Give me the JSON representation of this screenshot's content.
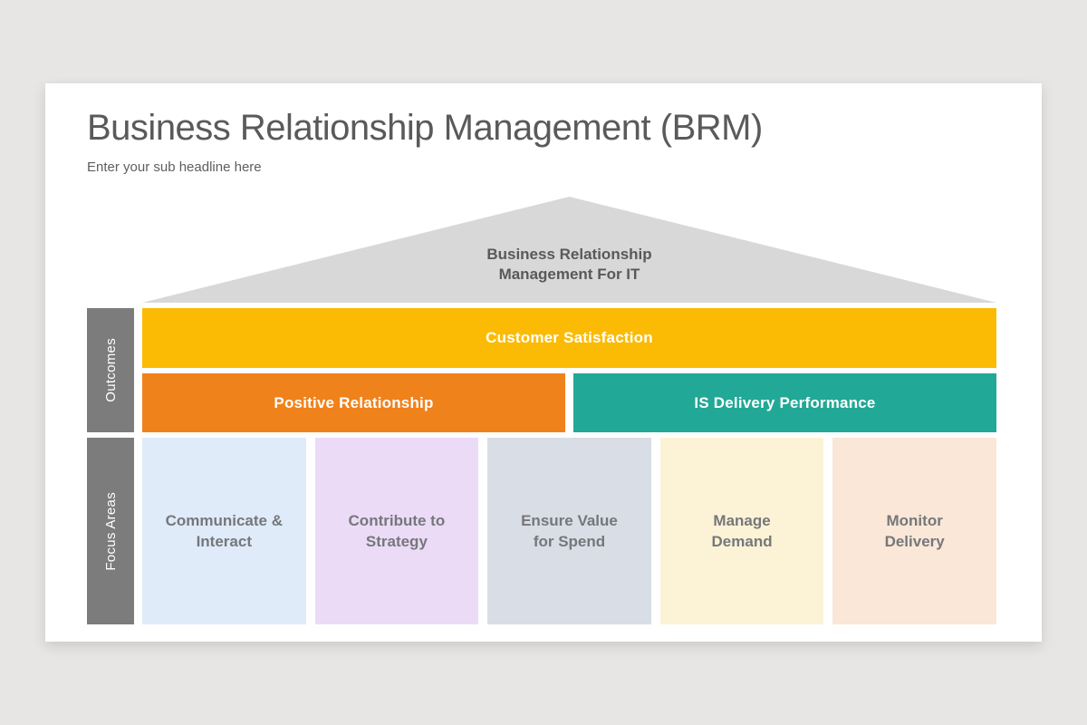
{
  "canvas": {
    "background": "#E8E6E5",
    "slide_background": "#FFFFFF"
  },
  "header": {
    "title": "Business Relationship Management (BRM)",
    "subtitle": "Enter your sub headline here"
  },
  "roof": {
    "line1": "Business Relationship",
    "line2": "Management For IT",
    "color": "#D8D8D8",
    "text_color": "#595959"
  },
  "outcomes": {
    "side_label": "Outcomes",
    "side_color": "#7C7C7C",
    "customer_satisfaction": {
      "label": "Customer Satisfaction",
      "color": "#FBBB04"
    },
    "positive_relationship": {
      "label": "Positive Relationship",
      "color": "#F0821C"
    },
    "is_delivery_performance": {
      "label": "IS Delivery Performance",
      "color": "#22A896"
    }
  },
  "focus_areas": {
    "side_label": "Focus Areas",
    "side_color": "#7C7C7C",
    "boxes": [
      {
        "label": "Communicate & Interact",
        "color": "#DFEBF9"
      },
      {
        "label": "Contribute to Strategy",
        "color": "#EBDBF7"
      },
      {
        "label": "Ensure Value for Spend",
        "color": "#D9DDE6"
      },
      {
        "label": "Manage Demand",
        "color": "#FCF3D6"
      },
      {
        "label": "Monitor Delivery",
        "color": "#FAE7D7"
      }
    ]
  }
}
